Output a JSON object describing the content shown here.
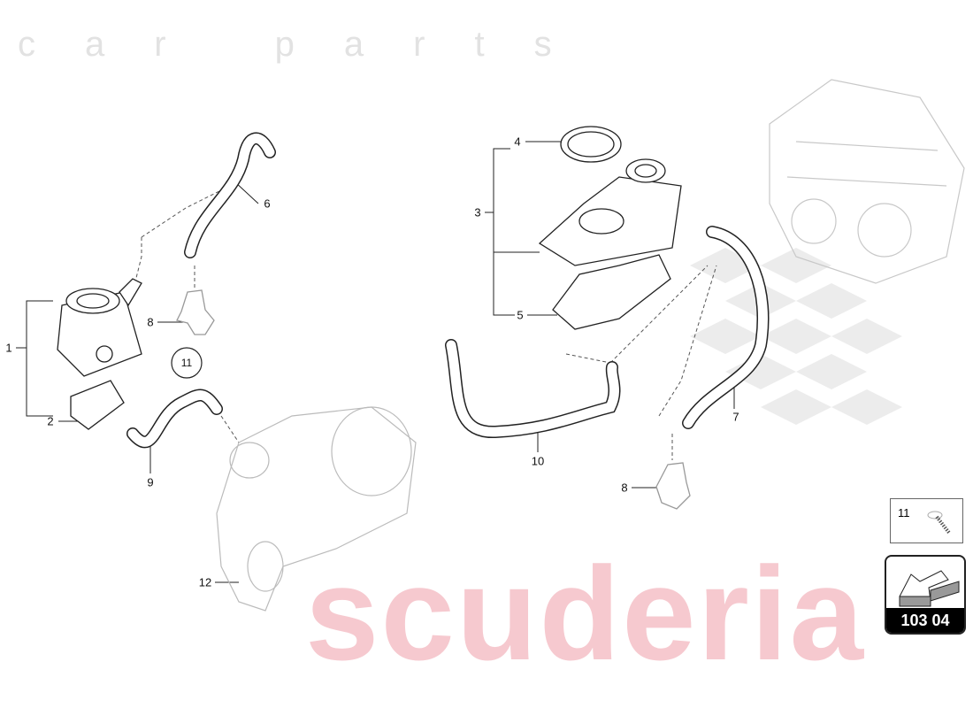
{
  "watermark": {
    "brand": "scuderia",
    "sub": "car parts",
    "color": "#f6c9cf"
  },
  "callouts": [
    {
      "id": "1",
      "label": "1"
    },
    {
      "id": "2",
      "label": "2"
    },
    {
      "id": "3",
      "label": "3"
    },
    {
      "id": "4",
      "label": "4"
    },
    {
      "id": "5",
      "label": "5"
    },
    {
      "id": "6",
      "label": "6"
    },
    {
      "id": "7",
      "label": "7"
    },
    {
      "id": "8a",
      "label": "8"
    },
    {
      "id": "8b",
      "label": "8"
    },
    {
      "id": "9",
      "label": "9"
    },
    {
      "id": "10",
      "label": "10"
    },
    {
      "id": "11",
      "label": "11"
    },
    {
      "id": "12",
      "label": "12"
    }
  ],
  "inset": {
    "label": "11",
    "icon": "screw-icon"
  },
  "page_badge": {
    "number": "103 04",
    "icon": "arrow-3d-icon"
  }
}
